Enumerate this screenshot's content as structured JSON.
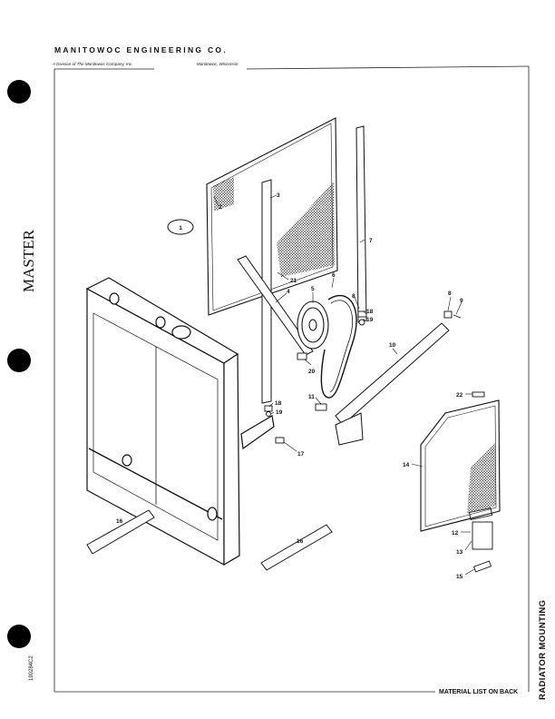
{
  "header": {
    "company": "MANITOWOC ENGINEERING CO.",
    "division": "A Division of The Manitowoc Company, Inc.",
    "location": "Manitowoc, Wisconsin"
  },
  "stamp": "MASTER",
  "document_number": "190284C2",
  "footer": {
    "material_note": "MATERIAL LIST ON BACK"
  },
  "section_title": "RADIATOR MOUNTING",
  "view_badge": "1",
  "callouts": {
    "c1": "2",
    "c2": "3",
    "c3": "7",
    "c4": "21",
    "c5": "4",
    "c6": "5",
    "c7": "6",
    "c8": "8",
    "c9": "18",
    "c10": "19",
    "c11": "8",
    "c12": "9",
    "c13": "10",
    "c14": "20",
    "c15": "11",
    "c16": "18",
    "c17": "19",
    "c18": "17",
    "c19": "22",
    "c20": "14",
    "c21": "16",
    "c22": "16",
    "c23": "12",
    "c24": "13",
    "c25": "15"
  }
}
